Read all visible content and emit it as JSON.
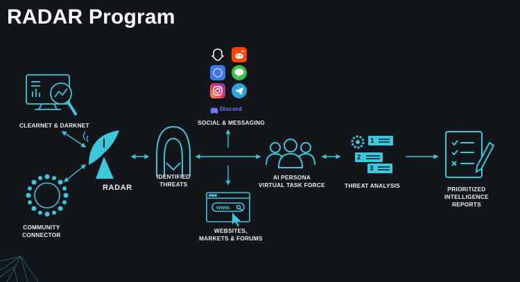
{
  "title": "RADAR Program",
  "nodes": {
    "clearnet": "CLEARNET & DARKNET",
    "community_1": "COMMUNITY",
    "community_2": "CONNECTOR",
    "radar": "RADAR",
    "threats_1": "IDENTIFIED",
    "threats_2": "THREATS",
    "social": "SOCIAL & MESSAGING",
    "websites_1": "WEBSITES,",
    "websites_2": "MARKETS & FORUMS",
    "persona_1": "AI PERSONA",
    "persona_2": "VIRTUAL TASK FORCE",
    "analysis": "THREAT ANALYSIS",
    "reports_1": "PRIORITIZED",
    "reports_2": "INTELLIGENCE",
    "reports_3": "REPORTS"
  },
  "apps": [
    "snapchat-icon",
    "reddit-icon",
    "signal-icon",
    "line-icon",
    "instagram-icon",
    "telegram-icon"
  ],
  "discord_label": "Discord",
  "browser_url": "www.",
  "analysis_steps": [
    "1",
    "2",
    "3"
  ],
  "colors": {
    "accent": "#3cc7dc",
    "background": "#121519",
    "text": "#e9ecef"
  }
}
